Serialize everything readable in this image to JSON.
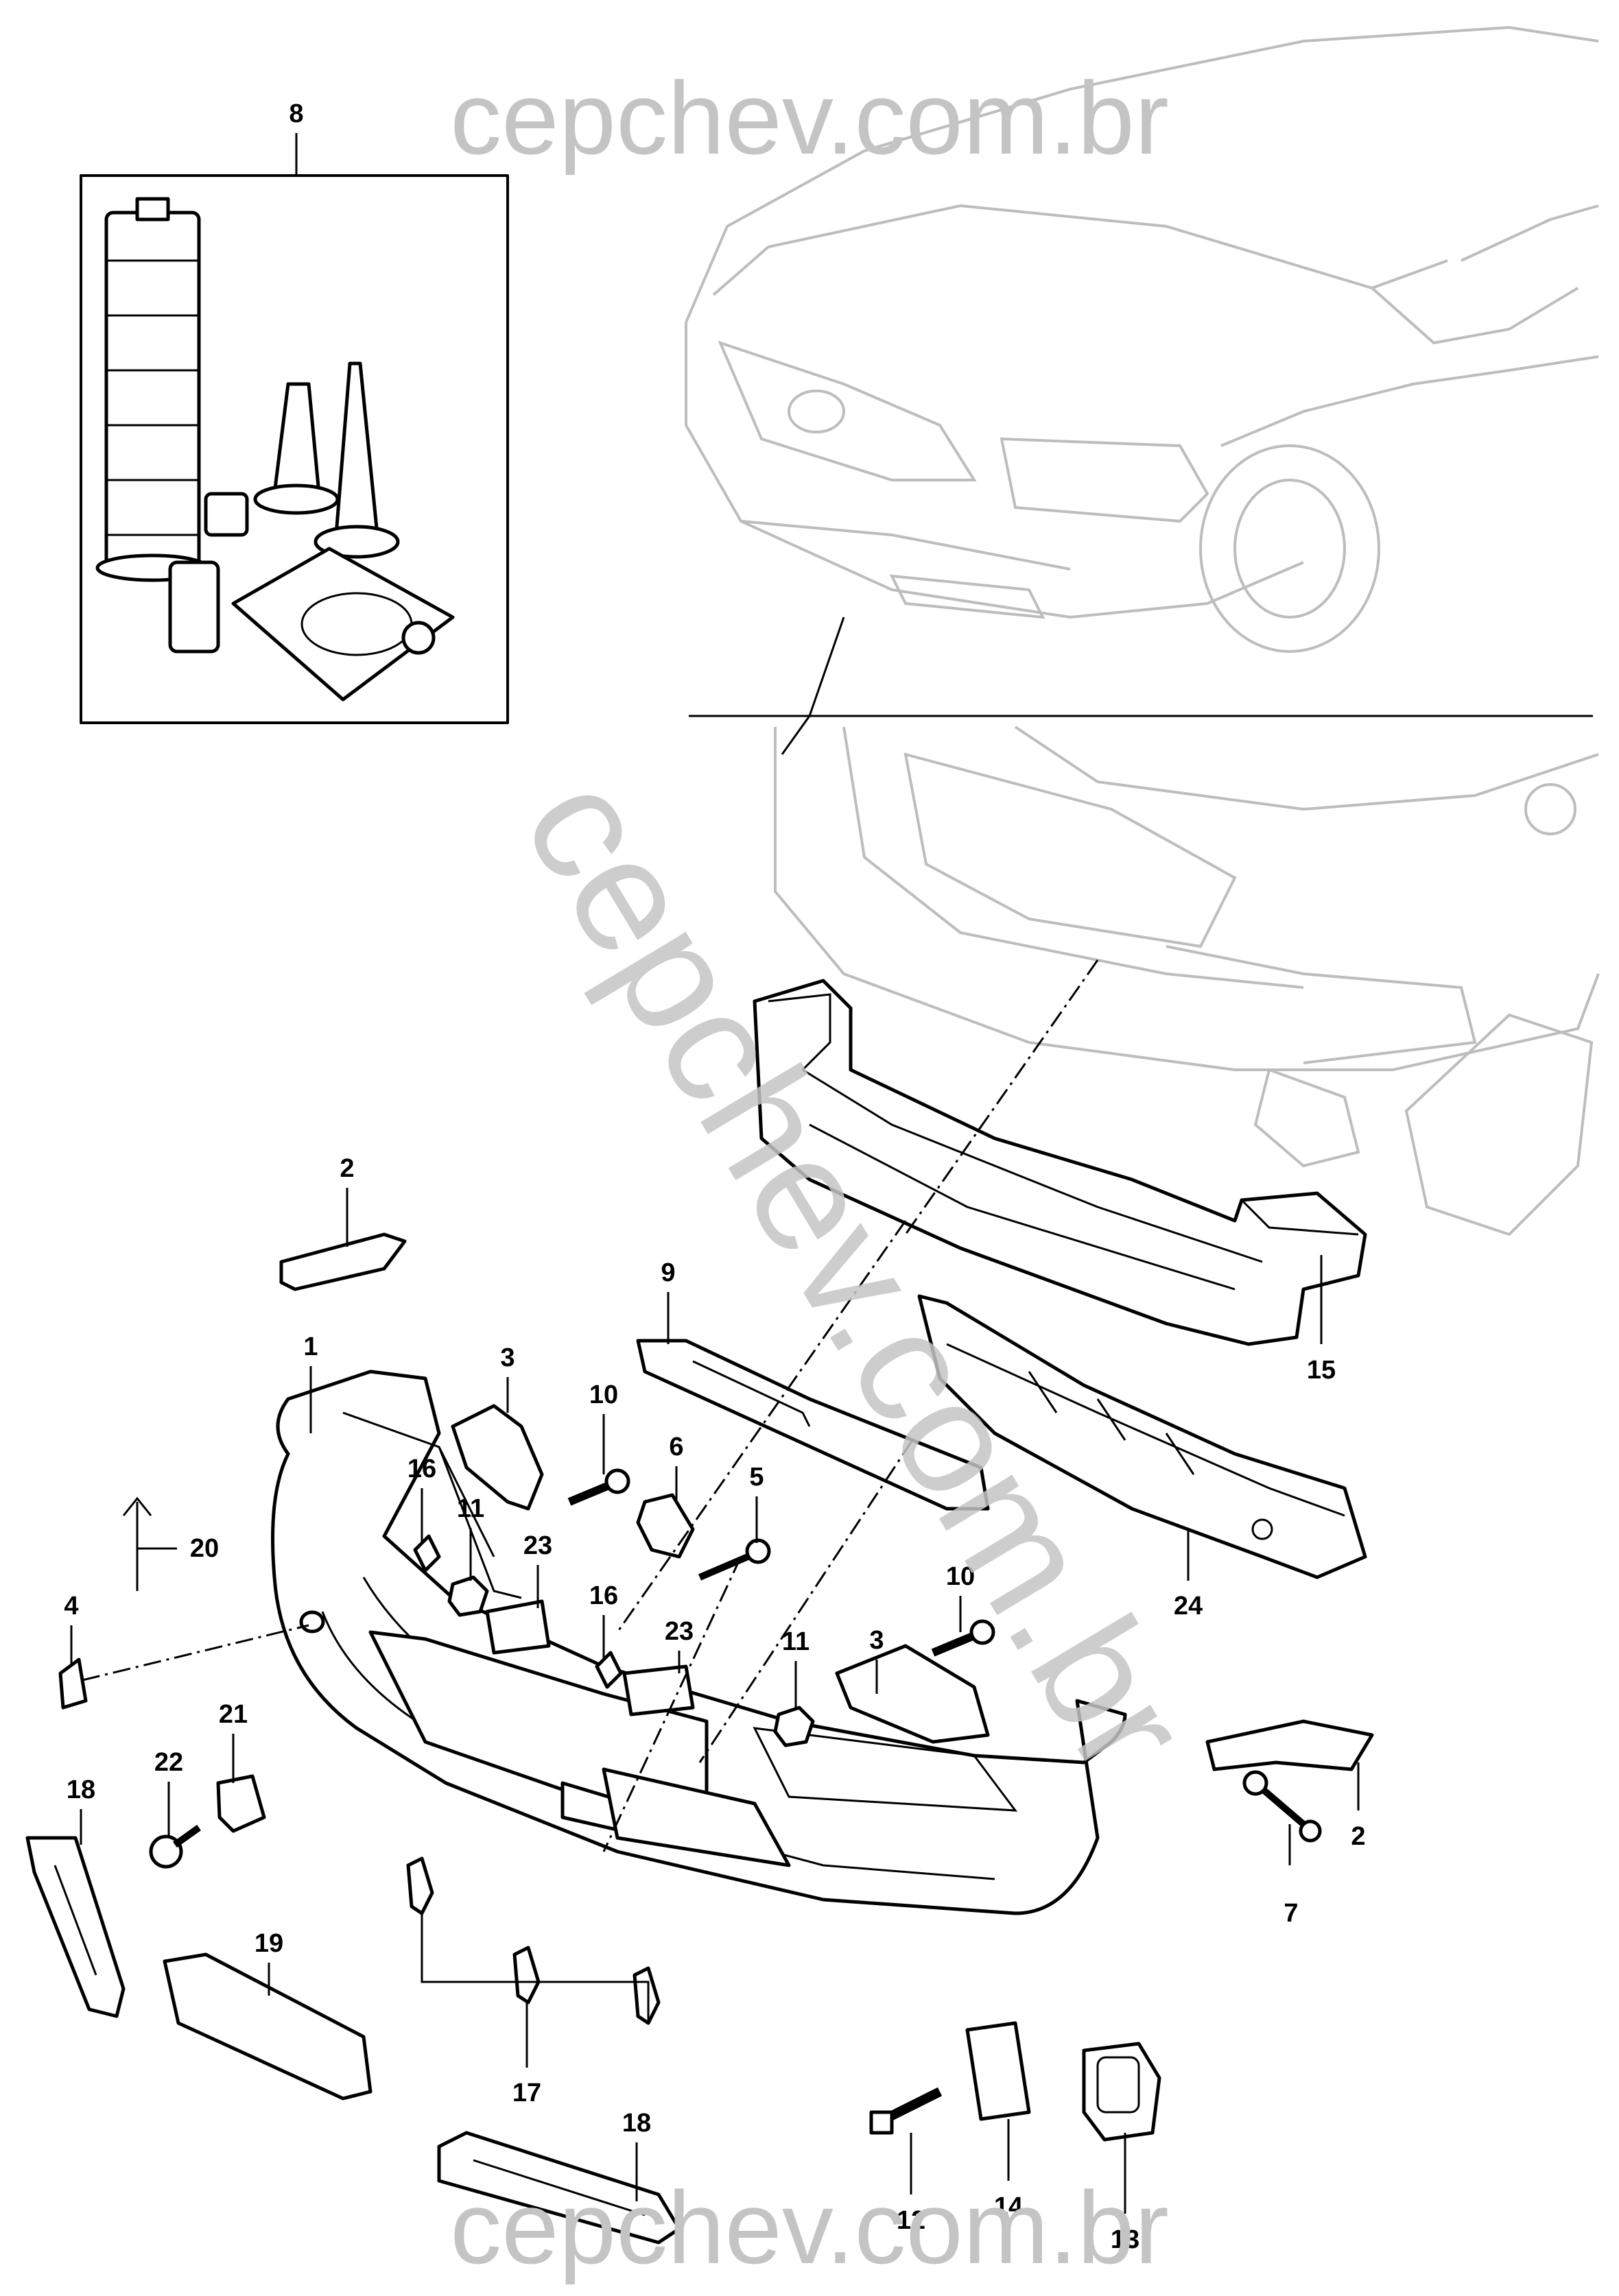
{
  "watermark": {
    "top": "cepchev.com.br",
    "diagonal": "cepchev.com.br",
    "bottom": "cepchev.com.br",
    "color": "#c4c4c4"
  },
  "callouts": {
    "c1": "1",
    "c2a": "2",
    "c2b": "2",
    "c3a": "3",
    "c3b": "3",
    "c4": "4",
    "c5": "5",
    "c6": "6",
    "c7": "7",
    "c8": "8",
    "c9": "9",
    "c10a": "10",
    "c10b": "10",
    "c11a": "11",
    "c11b": "11",
    "c12": "12",
    "c13": "13",
    "c14": "14",
    "c15": "15",
    "c16a": "16",
    "c16b": "16",
    "c17": "17",
    "c18a": "18",
    "c18b": "18",
    "c19": "19",
    "c20": "20",
    "c21": "21",
    "c22": "22",
    "c23a": "23",
    "c23b": "23",
    "c24": "24"
  }
}
